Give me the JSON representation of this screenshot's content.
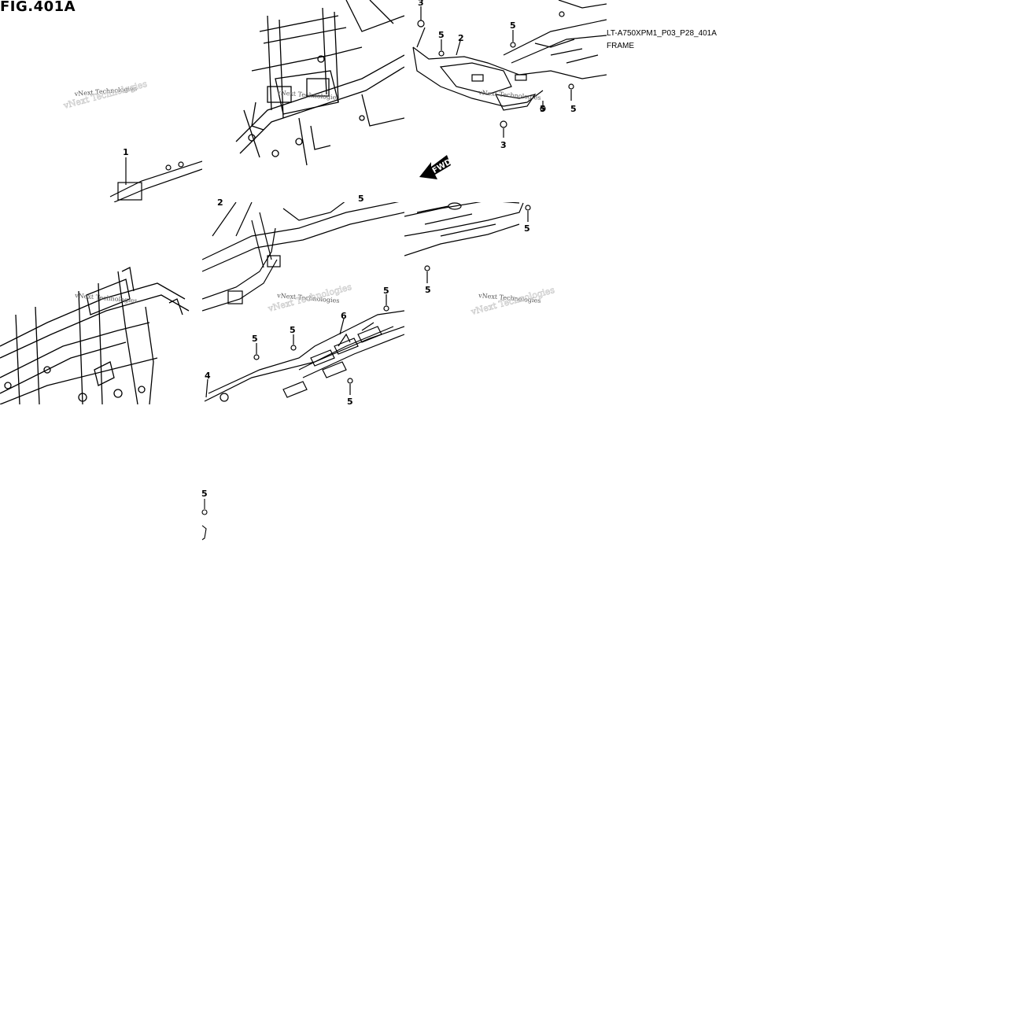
{
  "figure": {
    "title": "FIG.401A",
    "code": "LT-A750XPM1_P03_P28_401A",
    "name": "FRAME"
  },
  "watermark": "vNext Technologies",
  "direction_arrow": "FWD",
  "callouts": {
    "c1": "1",
    "c2": "2",
    "c3a": "3",
    "c3b": "3",
    "c4": "4",
    "c5a": "5",
    "c5b": "5",
    "c5c": "5",
    "c5d": "5",
    "c5e": "5",
    "c5f": "5",
    "c5g": "5",
    "c5h": "5",
    "c5i": "5",
    "c5j": "5",
    "c5k": "5",
    "c5l": "5",
    "c6": "6",
    "c_partial": "2"
  },
  "colors": {
    "line": "#000000",
    "background": "#ffffff",
    "watermark": "#555555"
  }
}
